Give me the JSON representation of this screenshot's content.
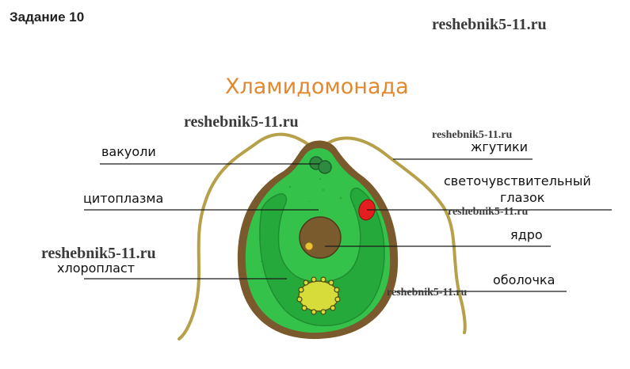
{
  "task_title": "Задание 10",
  "diagram_title": "Хламидомонада",
  "watermarks": [
    "reshebnik5-11.ru",
    "reshebnik5-11.ru",
    "reshebnik5-11.ru",
    "reshebnik5-11.ru",
    "reshebnik5-11.ru",
    "reshebnik5-11.ru"
  ],
  "labels": {
    "vacuoles": "вакуоли",
    "cytoplasm": "цитоплазма",
    "chloroplast": "хлоропласт",
    "flagella": "жгутики",
    "eyespot_line1": "светочувствительный",
    "eyespot_line2": "глазок",
    "nucleus": "ядро",
    "membrane": "оболочка"
  },
  "colors": {
    "title": "#e2892f",
    "cell_wall": "#7a5a2c",
    "cytoplasm": "#35c24a",
    "chloroplast": "#24a93a",
    "nucleus": "#7a5b2d",
    "eyespot": "#e41e1e",
    "pyrenoid": "#d8dc3a"
  }
}
